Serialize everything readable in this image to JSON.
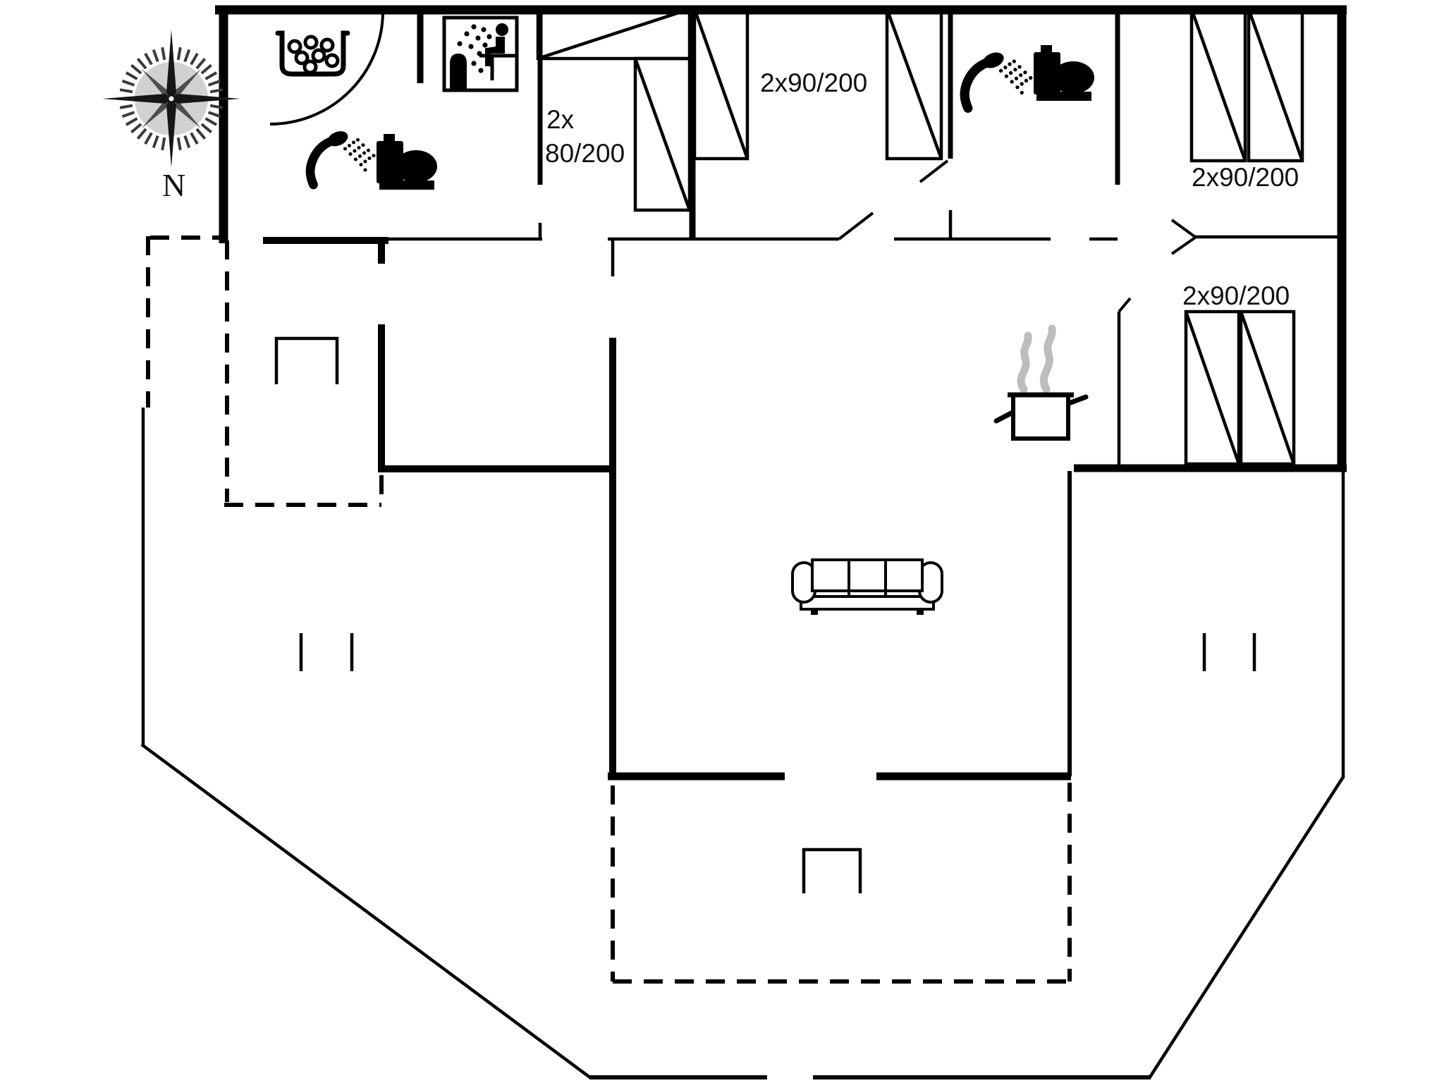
{
  "page": {
    "type": "holiday-house-floor-plan",
    "background": "#ffffff"
  },
  "compass": {
    "label": "N"
  },
  "labels": {
    "bed_hall_line1": "2x",
    "bed_hall_line2": "80/200",
    "bed_top_middle": "2x90/200",
    "bed_top_right": "2x90/200",
    "bed_mid_right": "2x90/200"
  },
  "icons": {
    "compass_rose": "compass-rose-icon",
    "whirlpool": "whirlpool-bath-icon",
    "sauna": "sauna-icon",
    "shower_left": "shower-icon",
    "toilet_left": "toilet-icon",
    "shower_right": "shower-icon",
    "toilet_right": "toilet-icon",
    "cooking_pot": "cooking-pot-icon",
    "sofa": "sofa-icon",
    "grill_left": "open-rect-furniture-icon",
    "grill_bottom": "open-rect-furniture-icon"
  },
  "colors": {
    "line": "#000000",
    "steam_gray": "#bdbdbd",
    "compass_gray": "#c9c9c9"
  }
}
